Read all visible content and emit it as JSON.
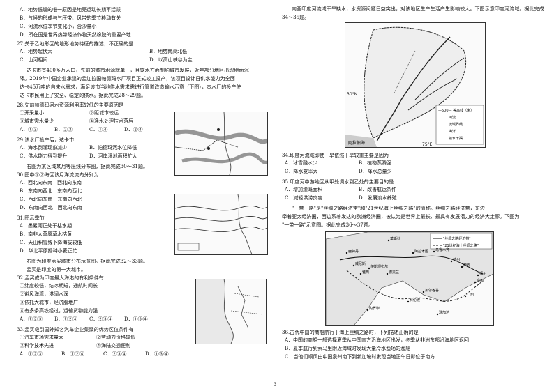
{
  "left": {
    "q26_opts": [
      "A．地势低缓的唯一原因是地壳运动长期不活跃",
      "B．气候的形成与气压带、风带的季节移动有关",
      "C．河流水位季节变化小，含沙量小",
      "D．所在国是世界热带经济作物天然橡胶的重要产地"
    ],
    "q27": "27.关于乙地形区的地形地势特征的描述，不正确的是",
    "q27_opts": [
      "A．地势起伏大",
      "B．地势南高北低",
      "C．山河相间",
      "D．以高山峡谷为主"
    ],
    "intro1": [
      "达卡市有400多万人口，先前的城市水源就单一，且饮水方面制约城市发展，近年部分地区出现地面沉",
      "降。2019年中国企业承建的孟加拉国帕德玛水厂项目正式竣工投产，该项目设计日供水能力为全面",
      "达卡45万吨的自来水需求，满足该市当地供水需求需进行管道改造输水示意（下图），本水厂的投产使",
      "达卡市民用上了安全、稳定的供水。据此完成28～29题。"
    ],
    "q28": "28.先前帕德玛河水资源利用率较低的主要原因是",
    "q28_items": [
      "①开采量小",
      "②距城市较远",
      "③城市需水量少",
      "④净水处理技术落后"
    ],
    "q28_opts": [
      "A．①③",
      "B．②③",
      "C．①④",
      "D．②④"
    ],
    "q29": "29.该水厂投产后，达卡市",
    "q29_opts": [
      "A．海水倒灌现象减少",
      "B．帕德玛河水位降低",
      "C．供水能力得到提升",
      "D．河岸湿地面积扩大"
    ],
    "intro2": "右图为某区域某月等压线分布图，据此完成30～31题。",
    "q30": "30.图中①②海区该月洋流流向分别为",
    "q30_opts": [
      "A．西北向东南　西北向东南",
      "B．东南向西北　东南向西北",
      "C．西北向东南　东南向西北",
      "D．东南向西北　西北向东南"
    ],
    "q31": "31.图示季节",
    "q31_opts": [
      "A．墨累河正处于枯水期",
      "B．南非大草原草木枯黄",
      "C．天山积雪线下降海拔较低",
      "D．华北平原播种小麦正忙"
    ],
    "intro3": "右图为印度孟买城市分布示意图。据此完成32～33题。",
    "intro3b": "孟买是印度的第一大城市。",
    "q32": "32.孟买成为印度最大海港的有利条件有",
    "q32_items": [
      "①纬度较低，结冰期短，通航时间长",
      "②避风海湾，港阔水深",
      "③依托大城市，经济腹地广",
      "④有多条高铁经过，运输货物能力强"
    ],
    "q32_opts": [
      "A．①②③",
      "B．①②④",
      "C．②③④",
      "D．①③④"
    ],
    "q33": "33.孟买吸引国外知名汽车企业集聚的优势区位条件有",
    "q33_items": [
      "①汽车市场需求量大",
      "②劳动力价格较低",
      "③科学技术先进",
      "④海陆交通便利"
    ],
    "q33_opts": [
      "A．①②③",
      "B．①②④",
      "C．②③④",
      "D．①③④"
    ]
  },
  "right": {
    "intro4": [
      "南亚印度河流域干旱缺水，水资源问题日益突出，对该地区生产生活产生影响较大。下图示意印度河流域。据此完成",
      "34～35题。"
    ],
    "map1_labels": {
      "lat": "30°N",
      "lon": "75°E",
      "sea": "阿拉伯海"
    },
    "map1_legend": [
      "—500— 等高线（米）",
      "河流",
      "流域界线",
      "海洋",
      "输水干渠"
    ],
    "q34": "34.印度河流域即使干旱依然干旱较重主要是因为",
    "q34_opts": [
      "A．冰雪融水少",
      "B．植物蒸腾强",
      "C．降水变率大",
      "D．降水总量少"
    ],
    "q35": "35.印度河中游地区从甲处调水到乙处的主要目的是",
    "q35_opts": [
      "A．增加灌溉面积",
      "B．改善航运条件",
      "C．减轻洪涝灾害",
      "D．发展淡水养殖"
    ],
    "intro5": [
      "\"一带一路\"是\"丝绸之路经济带\"和\"21世纪海上丝绸之路\"的简称。丝绸之路经济带，东边",
      "牵着亚太经济圈，西边系着发达的欧洲经济圈，被认为是世界上最长、最具有发展潜力的经济大走廊。下图为",
      "\"一带一路\"示意图。据此完成36～37题。"
    ],
    "map2_legend": [
      "\"丝绸之路经济带\"",
      "\"21世纪海上丝绸之路\""
    ],
    "map2_cities": [
      "莫斯科",
      "鹿特丹",
      "威尼斯",
      "阿拉木图",
      "乌鲁木齐",
      "伊斯坦布尔",
      "德黑兰",
      "兰州",
      "西安",
      "泉州",
      "福州",
      "广州",
      "雅典",
      "内罗毕",
      "加尔各答",
      "科伦坡",
      "雅加达"
    ],
    "q36": "36.古代中国的商船航行于海上丝绸之路时，下列描述正确的是",
    "q36_opts": [
      "A．中国的商船一般选择夏季从中国南方沿海地区出发，冬季从非洲东部沿海地区返回",
      "B．夏季航行到索马里附近海域时发现大量冷水渔场的渔船",
      "C．当他们顺风由中国泉州南下到新加坡时发现当地正午日影位于南方"
    ]
  },
  "page_number": "3"
}
